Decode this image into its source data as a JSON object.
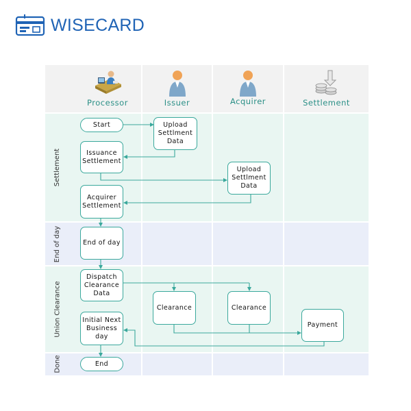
{
  "brand": {
    "name": "WISECARD",
    "color": "#1f63b5"
  },
  "columns": [
    "Processor",
    "Issuer",
    "Acquirer",
    "Settlement"
  ],
  "lanes": [
    "Settlement",
    "End of day",
    "Union Clearance",
    "Done"
  ],
  "nodes": {
    "start": "Start",
    "upload_issuer": "Upload\nSettlment\nData",
    "issuance": "Issuance\nSettlement",
    "upload_acquirer": "Upload\nSettlment\nData",
    "acquirer_settlement": "Acquirer\nSettlement",
    "end_of_day": "End of day",
    "dispatch": "Dispatch\nClearance\nData",
    "clearance_issuer": "Clearance",
    "clearance_acquirer": "Clearance",
    "payment": "Payment",
    "initial_next": "Initial Next\nBusiness\nday",
    "end": "End"
  },
  "colors": {
    "accent": "#3aa89c",
    "header_bg": "#f2f2f2",
    "green_lane": "#e9f6f2",
    "blue_lane": "#eaeef9"
  }
}
